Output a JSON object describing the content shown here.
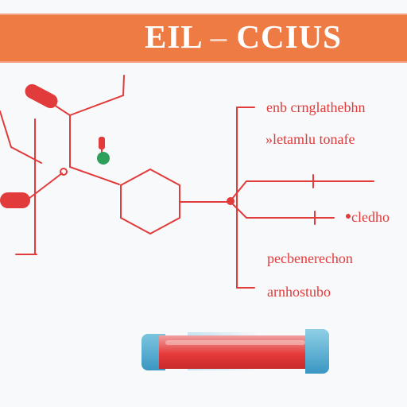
{
  "header": {
    "title_main": "EIL ",
    "title_dash": "–",
    "title_tail": " CCIUS",
    "bg_color": "#ee7a44"
  },
  "labels": [
    "enb crnglathebhn",
    "»letamlu tonafe",
    "cledho",
    "pecbenerechon",
    "arnhostubo"
  ],
  "colors": {
    "line": "#e23b3b",
    "green_atom": "#2e9e5b",
    "tube_blue": "#3a96c2",
    "tube_red": "#e63b3b"
  }
}
